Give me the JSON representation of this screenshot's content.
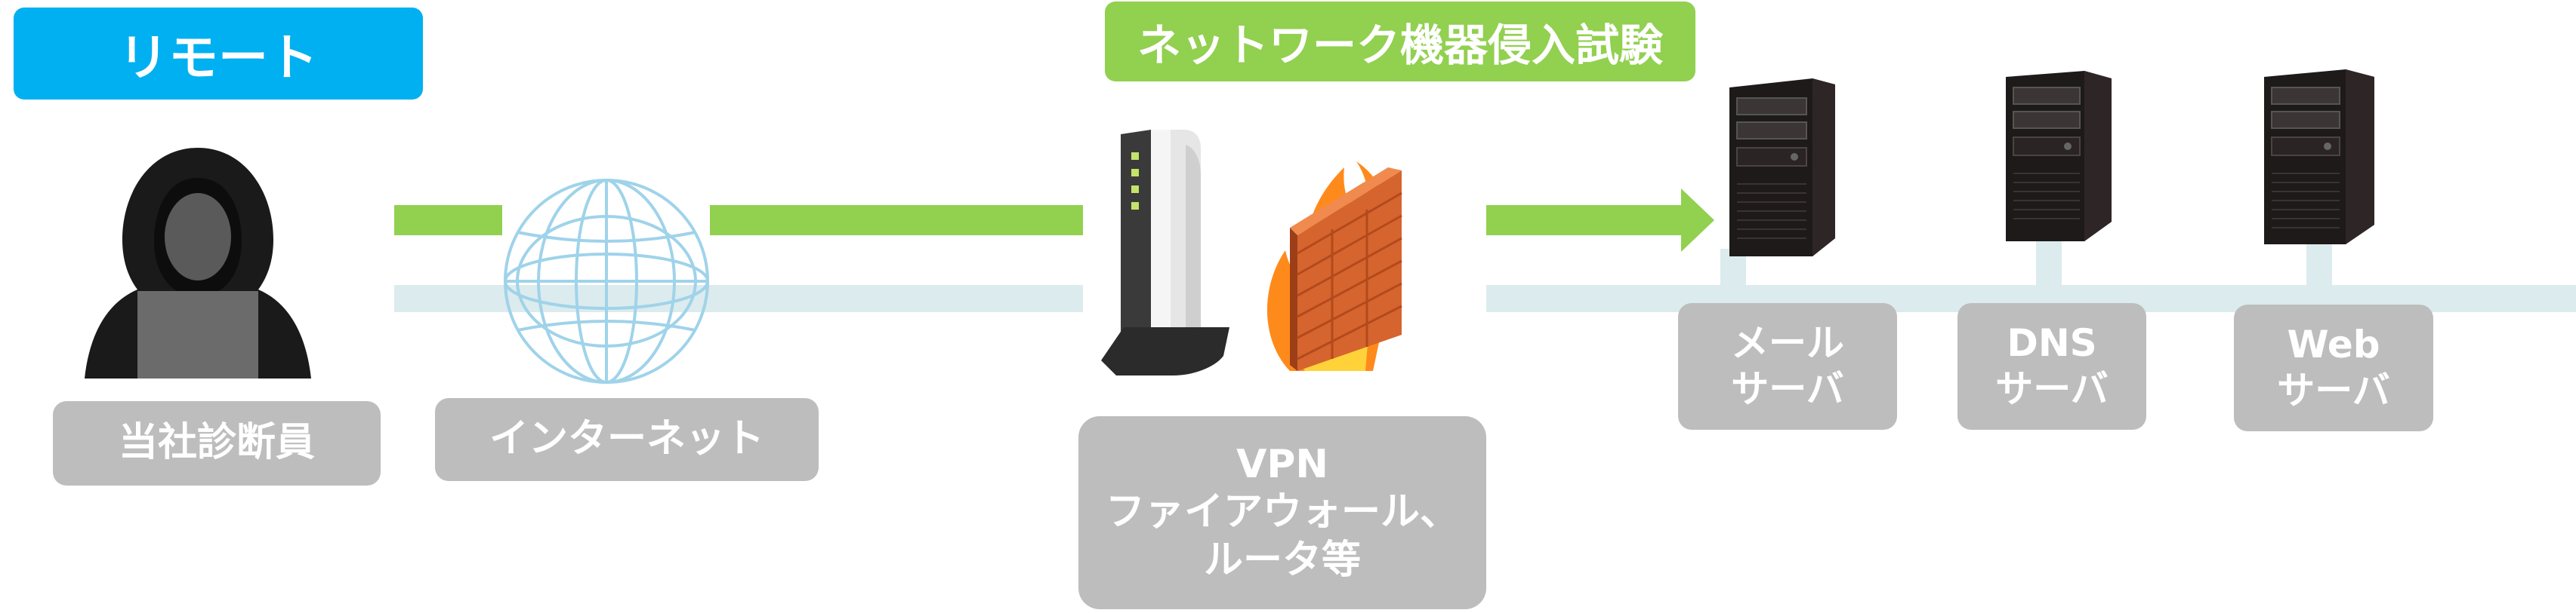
{
  "colors": {
    "remote_badge": "#00b0f0",
    "test_badge": "#92d050",
    "attack_line": "#92d050",
    "network_line": "#dcebed",
    "label_bg": "#bdbdbd"
  },
  "badges": {
    "remote": "リモート",
    "test_title": "ネットワーク機器侵入試験"
  },
  "nodes": {
    "diagnostician": {
      "icon": "hooded-attacker-icon",
      "label": "当社診断員"
    },
    "internet": {
      "icon": "globe-icon",
      "label": "インターネット"
    },
    "network_devices": {
      "icon": "router-firewall-icon",
      "label_line1": "VPN",
      "label_line2": "ファイアウォール、",
      "label_line3": "ルータ等"
    },
    "mail_server": {
      "icon": "server-tower-icon",
      "label_line1": "メール",
      "label_line2": "サーバ"
    },
    "dns_server": {
      "icon": "server-tower-icon",
      "label_line1": "DNS",
      "label_line2": "サーバ"
    },
    "web_server": {
      "icon": "server-tower-icon",
      "label_line1": "Web",
      "label_line2": "サーバ"
    }
  }
}
